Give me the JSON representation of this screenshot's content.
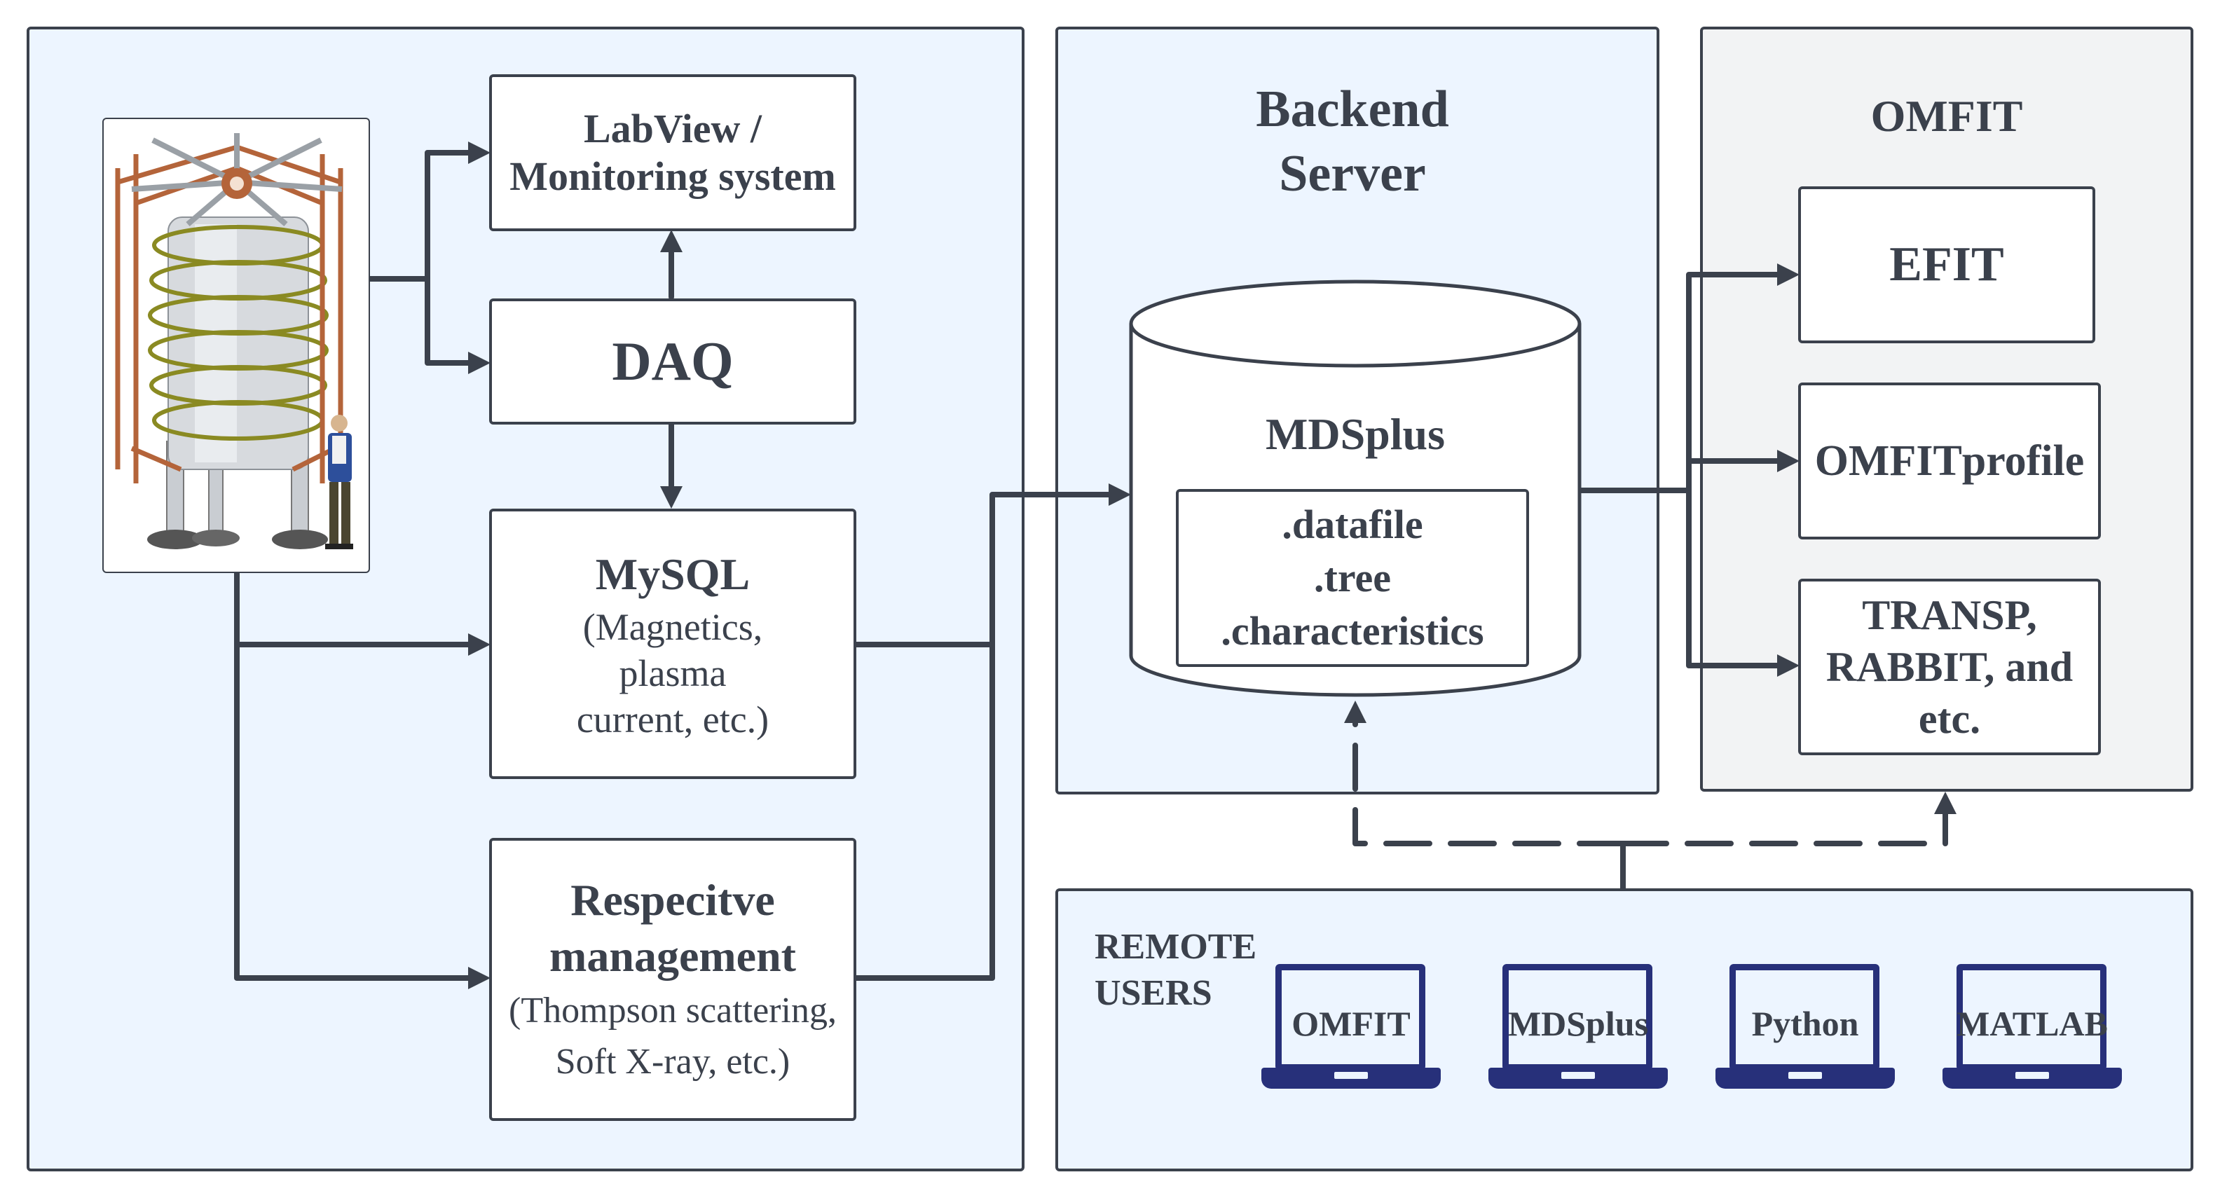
{
  "daq_side": {
    "labview_box": {
      "line1": "LabView /",
      "line2": "Monitoring system"
    },
    "daq_box": {
      "label": "DAQ"
    },
    "mysql_box": {
      "title": "MySQL",
      "line1": "(Magnetics,",
      "line2": "plasma",
      "line3": "current, etc.)"
    },
    "management_box": {
      "title1": "Respecitve",
      "title2": "management",
      "line1": "(Thompson scattering,",
      "line2": "Soft X-ray, etc.)"
    }
  },
  "backend": {
    "title1": "Backend",
    "title2": "Server",
    "database": {
      "name": "MDSplus",
      "items": [
        ".datafile",
        ".tree",
        ".characteristics"
      ]
    }
  },
  "omfit": {
    "title": "OMFIT",
    "modules": [
      {
        "line1": "EFIT"
      },
      {
        "line1": "OMFITprofile"
      },
      {
        "line1": "TRANSP,",
        "line2": "RABBIT, and",
        "line3": "etc."
      }
    ]
  },
  "remote": {
    "title1": "REMOTE",
    "title2": "USERS",
    "laptops": [
      {
        "label": "OMFIT"
      },
      {
        "label": "MDSplus"
      },
      {
        "label": "Python"
      },
      {
        "label": "MATLAB"
      }
    ]
  },
  "colors": {
    "stroke": "#3b414c",
    "panel_blue": "#edf5ff",
    "panel_grey": "#f2f3f4",
    "laptop": "#27307a",
    "copper": "#b4643a",
    "coil": "#8a8a22"
  },
  "icons": {
    "device": "tokamak-device-illustration",
    "laptop": "laptop-icon",
    "database": "database-cylinder-icon"
  }
}
